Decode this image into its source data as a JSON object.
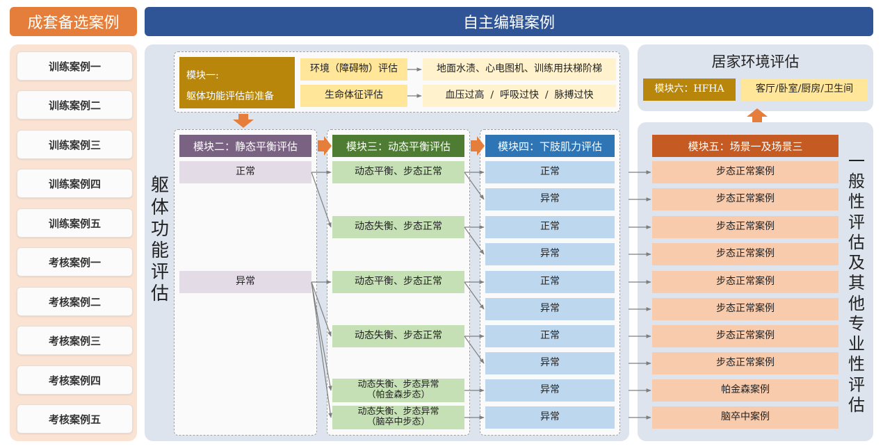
{
  "headers": {
    "left": "成套备选案例",
    "main": "自主编辑案例"
  },
  "case_list": [
    "训练案例一",
    "训练案例二",
    "训练案例三",
    "训练案例四",
    "训练案例五",
    "考核案例一",
    "考核案例二",
    "考核案例三",
    "考核案例四",
    "考核案例五"
  ],
  "module1": {
    "title_line1": "模块一:",
    "title_line2": "躯体功能评估前准备",
    "env_label": "环境（障碍物）评估",
    "env_items": "地面水渍、心电图机、训练用扶梯阶梯",
    "vital_label": "生命体征评估",
    "vital_items": "血压过高  /  呼吸过快  /  脉搏过快"
  },
  "body_function_label": [
    "躯",
    "体",
    "功",
    "能",
    "评",
    "估"
  ],
  "module2": {
    "title": "模块二：静态平衡评估",
    "items": [
      "正常",
      "异常"
    ]
  },
  "module3": {
    "title": "模块三：动态平衡评估",
    "items": [
      {
        "line1": "动态平衡、步态正常",
        "line2": ""
      },
      {
        "line1": "动态失衡、步态正常",
        "line2": ""
      },
      {
        "line1": "动态平衡、步态正常",
        "line2": ""
      },
      {
        "line1": "动态失衡、步态正常",
        "line2": ""
      },
      {
        "line1": "动态失衡、步态异常",
        "line2": "（帕金森步态）"
      },
      {
        "line1": "动态失衡、步态异常",
        "line2": "（脑卒中步态）"
      }
    ]
  },
  "module4": {
    "title": "模块四：下肢肌力评估",
    "items": [
      "正常",
      "异常",
      "正常",
      "异常",
      "正常",
      "异常",
      "正常",
      "异常",
      "异常",
      "异常"
    ]
  },
  "home": {
    "title": "居家环境评估",
    "module6": "模块六：HFHA",
    "rooms": "客厅/卧室/厨房/卫生间"
  },
  "module5": {
    "title": "模块五：场景一及场景三",
    "items": [
      "步态正常案例",
      "步态正常案例",
      "步态正常案例",
      "步态正常案例",
      "步态正常案例",
      "步态正常案例",
      "步态正常案例",
      "步态正常案例",
      "帕金森案例",
      "脑卒中案例"
    ]
  },
  "general_label": [
    "一",
    "般",
    "性",
    "评",
    "估",
    "及",
    "其",
    "他",
    "专",
    "业",
    "性",
    "评",
    "估"
  ],
  "colors": {
    "orange": "#e47e3a",
    "navy": "#2f5597",
    "purple": "#7a6283",
    "green": "#4d7c32",
    "blue": "#2e75b6",
    "rust": "#c55a22",
    "gold": "#b8860b",
    "light_yellow": "#ffe699",
    "pale_yellow": "#fff2cc"
  }
}
